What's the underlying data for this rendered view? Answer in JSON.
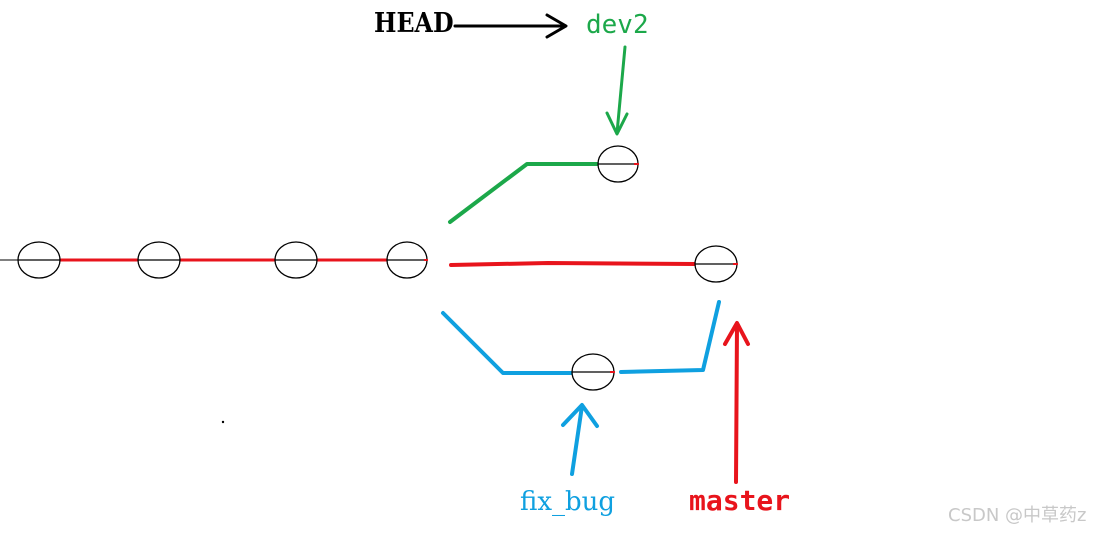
{
  "labels": {
    "head": "HEAD",
    "dev2": "dev2",
    "fix_bug": "fix_bug",
    "master": "master"
  },
  "watermark": "CSDN @中草药z",
  "colors": {
    "master": "#e8141c",
    "dev2": "#1ca84a",
    "fix_bug": "#0fa0e0",
    "head": "#000000",
    "node_outline": "#000000"
  },
  "diagram": {
    "main_line_commits": 4,
    "branches": [
      {
        "name": "dev2",
        "commits": 1,
        "points_to_pointer": "HEAD"
      },
      {
        "name": "master",
        "commits": 1
      },
      {
        "name": "fix_bug",
        "commits": 1,
        "merged_into": "master"
      }
    ]
  }
}
